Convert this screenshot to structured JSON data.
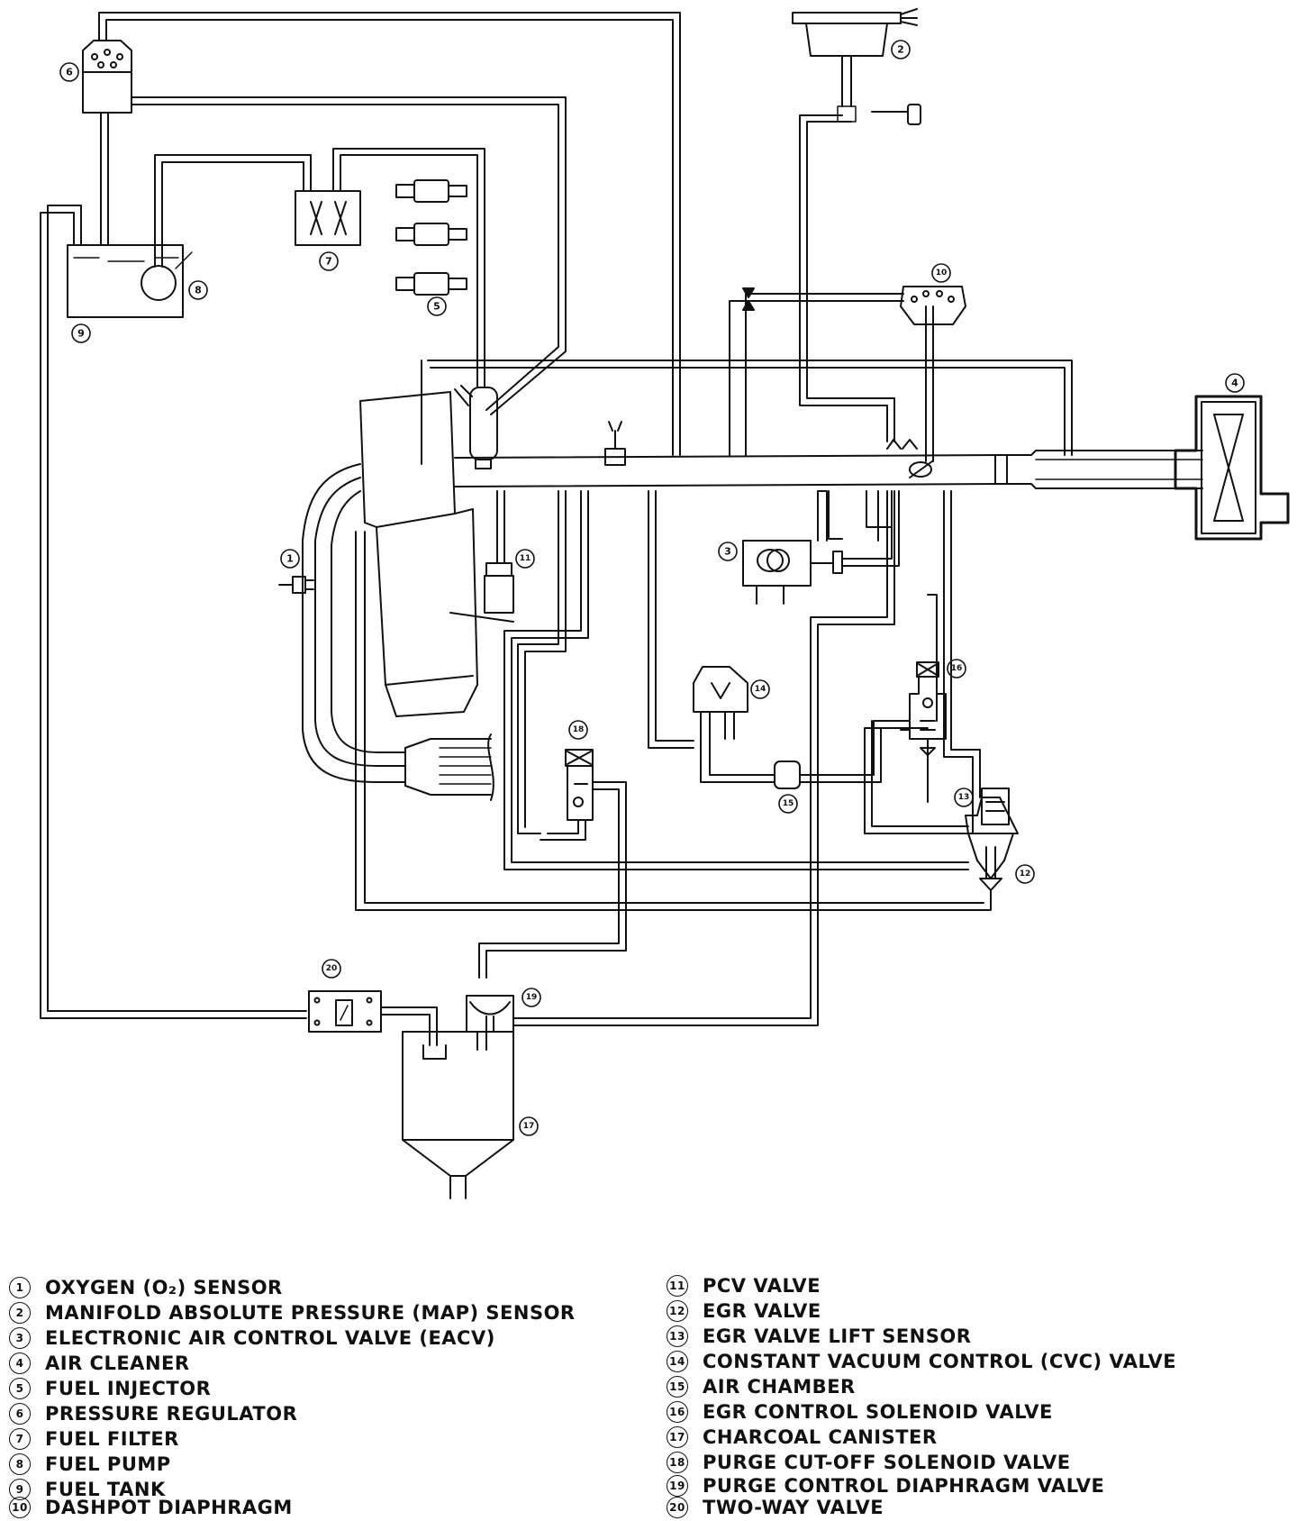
{
  "callouts": [
    {
      "n": "1"
    },
    {
      "n": "2"
    },
    {
      "n": "3"
    },
    {
      "n": "4"
    },
    {
      "n": "5"
    },
    {
      "n": "6"
    },
    {
      "n": "7"
    },
    {
      "n": "8"
    },
    {
      "n": "9"
    },
    {
      "n": "10"
    },
    {
      "n": "11"
    },
    {
      "n": "12"
    },
    {
      "n": "13"
    },
    {
      "n": "14"
    },
    {
      "n": "15"
    },
    {
      "n": "16"
    },
    {
      "n": "17"
    },
    {
      "n": "18"
    },
    {
      "n": "19"
    },
    {
      "n": "20"
    }
  ],
  "legend": {
    "left": [
      {
        "num": "1",
        "label": "OXYGEN (O₂) SENSOR"
      },
      {
        "num": "2",
        "label": "MANIFOLD ABSOLUTE PRESSURE (MAP) SENSOR"
      },
      {
        "num": "3",
        "label": "ELECTRONIC AIR CONTROL VALVE (EACV)"
      },
      {
        "num": "4",
        "label": "AIR CLEANER"
      },
      {
        "num": "5",
        "label": "FUEL INJECTOR"
      },
      {
        "num": "6",
        "label": "PRESSURE REGULATOR"
      },
      {
        "num": "7",
        "label": "FUEL FILTER"
      },
      {
        "num": "8",
        "label": "FUEL PUMP"
      },
      {
        "num": "9",
        "label": "FUEL TANK"
      },
      {
        "num": "10",
        "label": "DASHPOT DIAPHRAGM"
      }
    ],
    "right": [
      {
        "num": "11",
        "label": "PCV VALVE"
      },
      {
        "num": "12",
        "label": "EGR VALVE"
      },
      {
        "num": "13",
        "label": "EGR VALVE LIFT SENSOR"
      },
      {
        "num": "14",
        "label": "CONSTANT VACUUM CONTROL (CVC) VALVE"
      },
      {
        "num": "15",
        "label": "AIR CHAMBER"
      },
      {
        "num": "16",
        "label": "EGR CONTROL SOLENOID VALVE"
      },
      {
        "num": "17",
        "label": "CHARCOAL CANISTER"
      },
      {
        "num": "18",
        "label": "PURGE CUT-OFF SOLENOID VALVE"
      },
      {
        "num": "19",
        "label": "PURGE CONTROL DIAPHRAGM VALVE"
      },
      {
        "num": "20",
        "label": "TWO-WAY VALVE"
      }
    ]
  }
}
